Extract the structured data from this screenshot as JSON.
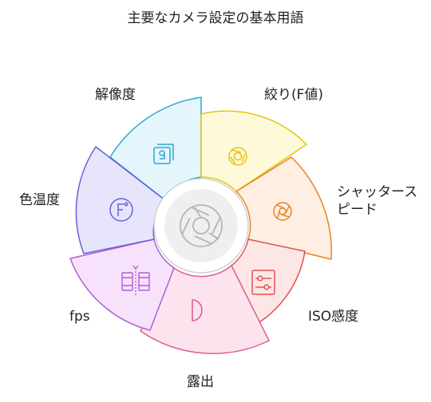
{
  "title": "主要なカメラ設定の基本用語",
  "center": {
    "icon": "camera-aperture-icon",
    "stroke": "#b5b5b5",
    "fill": "#efefef"
  },
  "segments": [
    {
      "id": "resolution",
      "label": "解像度",
      "icon": "photo-stack-icon",
      "fill": "#e4f6fb",
      "stroke": "#2aa8d8"
    },
    {
      "id": "aperture",
      "label": "絞り(F値)",
      "icon": "aperture-icon",
      "fill": "#fef9d9",
      "stroke": "#e6c40a"
    },
    {
      "id": "shutter",
      "label": "シャッタースピード",
      "icon": "shutter-icon",
      "fill": "#feefe2",
      "stroke": "#e6832a"
    },
    {
      "id": "iso",
      "label": "ISO感度",
      "icon": "slider-settings-icon",
      "fill": "#fde6e6",
      "stroke": "#e05252"
    },
    {
      "id": "exposure",
      "label": "露出",
      "icon": "half-circle-icon",
      "fill": "#fde3ee",
      "stroke": "#e05c95"
    },
    {
      "id": "fps",
      "label": "fps",
      "icon": "film-frames-icon",
      "fill": "#f6e3fb",
      "stroke": "#b45ad8"
    },
    {
      "id": "color-temp",
      "label": "色温度",
      "icon": "fahrenheit-icon",
      "fill": "#e7e5fb",
      "stroke": "#6a5fd8"
    }
  ]
}
